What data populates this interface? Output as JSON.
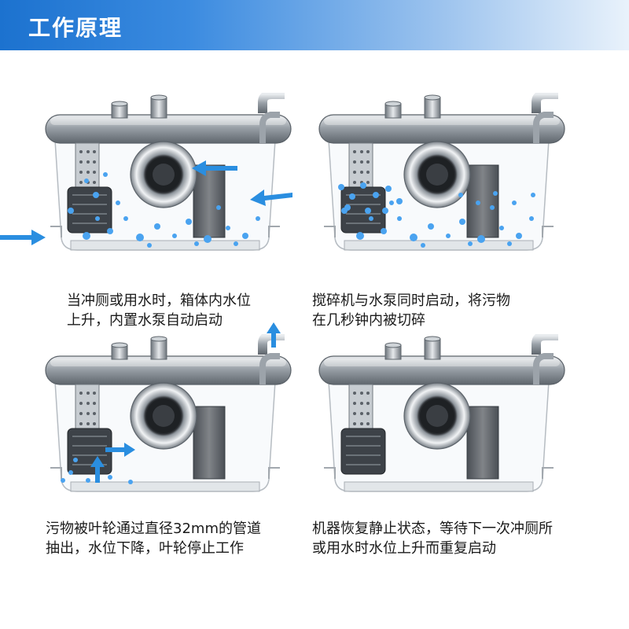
{
  "header": {
    "title": "工作原理"
  },
  "steps": [
    {
      "caption": "当冲厕或用水时，箱体内水位\n上升，内置水泵自动启动"
    },
    {
      "caption": "搅碎机与水泵同时启动，将污物\n在几秒钟内被切碎"
    },
    {
      "caption": "污物被叶轮通过直径32mm的管道\n抽出，水位下降，叶轮停止工作"
    },
    {
      "caption": "机器恢复静止状态，等待下一次冲厕所\n或用水时水位上升而重复启动"
    }
  ],
  "colors": {
    "banner": "#1c72cf",
    "arrow": "#2a8ee0",
    "bubble": "#4aa3f0",
    "steel": "#b9bec4"
  }
}
